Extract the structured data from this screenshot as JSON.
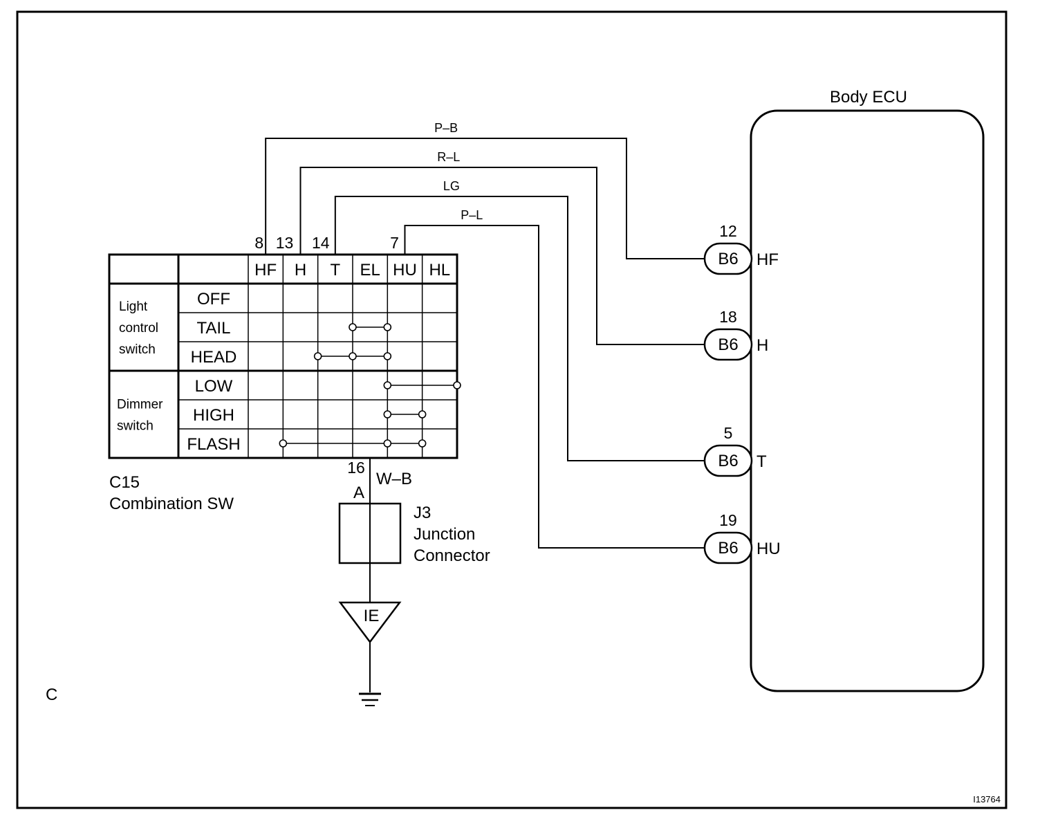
{
  "switch_label": {
    "id": "C15",
    "name": "Combination SW"
  },
  "ecu_label": "Body ECU",
  "columns": [
    "HF",
    "H",
    "T",
    "EL",
    "HU",
    "HL"
  ],
  "groups": [
    {
      "lines": [
        "Light",
        "control",
        "switch"
      ],
      "rows": [
        "OFF",
        "TAIL",
        "HEAD"
      ]
    },
    {
      "lines": [
        "Dimmer",
        "switch"
      ],
      "rows": [
        "LOW",
        "HIGH",
        "FLASH"
      ]
    }
  ],
  "continuity": [
    {
      "row": "TAIL",
      "cols": [
        "T",
        "EL"
      ]
    },
    {
      "row": "HEAD",
      "cols": [
        "H",
        "T",
        "EL"
      ]
    },
    {
      "row": "LOW",
      "cols": [
        "EL",
        "HL"
      ]
    },
    {
      "row": "HIGH",
      "cols": [
        "EL",
        "HU"
      ]
    },
    {
      "row": "FLASH",
      "cols": [
        "HF",
        "EL",
        "HU"
      ]
    }
  ],
  "wires": [
    {
      "col": "HF",
      "pin": "8",
      "color": "P–B",
      "ecu_pin": "12",
      "connector": "B6",
      "ecu_terminal": "HF"
    },
    {
      "col": "H",
      "pin": "13",
      "color": "R–L",
      "ecu_pin": "18",
      "connector": "B6",
      "ecu_terminal": "H"
    },
    {
      "col": "T",
      "pin": "14",
      "color": "LG",
      "ecu_pin": "5",
      "connector": "B6",
      "ecu_terminal": "T"
    },
    {
      "col": "HU",
      "pin": "7",
      "color": "P–L",
      "ecu_pin": "19",
      "connector": "B6",
      "ecu_terminal": "HU"
    }
  ],
  "ground_wire": {
    "pin": "16",
    "color": "W–B",
    "terminal": "A"
  },
  "junction": {
    "id": "J3",
    "lines": [
      "Junction",
      "Connector"
    ]
  },
  "ground_point": "IE",
  "corner_letter": "C",
  "figure_code": "I13764"
}
